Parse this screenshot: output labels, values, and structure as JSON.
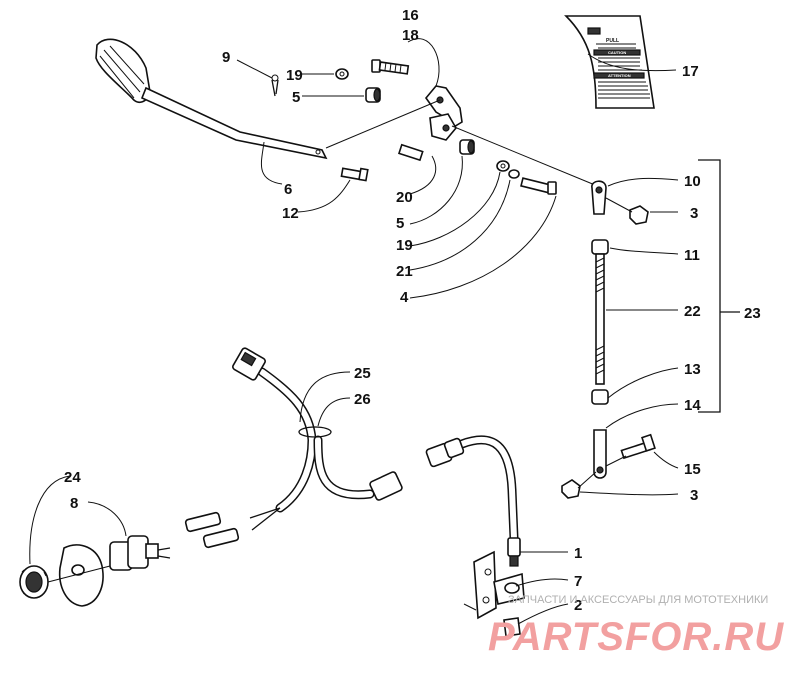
{
  "callouts": {
    "c16": "16",
    "c18": "18",
    "c9": "9",
    "c19a": "19",
    "c5a": "5",
    "c17": "17",
    "c6": "6",
    "c12": "12",
    "c20": "20",
    "c5b": "5",
    "c19b": "19",
    "c21": "21",
    "c4": "4",
    "c10": "10",
    "c3a": "3",
    "c11": "11",
    "c22": "22",
    "c23": "23",
    "c13": "13",
    "c14": "14",
    "c15": "15",
    "c3b": "3",
    "c25": "25",
    "c26": "26",
    "c24": "24",
    "c8": "8",
    "c1": "1",
    "c7": "7",
    "c2": "2"
  },
  "decal": {
    "top_word": "PULL",
    "caution_title": "CAUTION",
    "attention_title": "ATTENTION"
  },
  "watermark": {
    "text": "ЗАПЧАСТИ И АКСЕССУАРЫ ДЛЯ МОТОТЕХНИКИ",
    "logo": "PARTSFOR.RU"
  }
}
